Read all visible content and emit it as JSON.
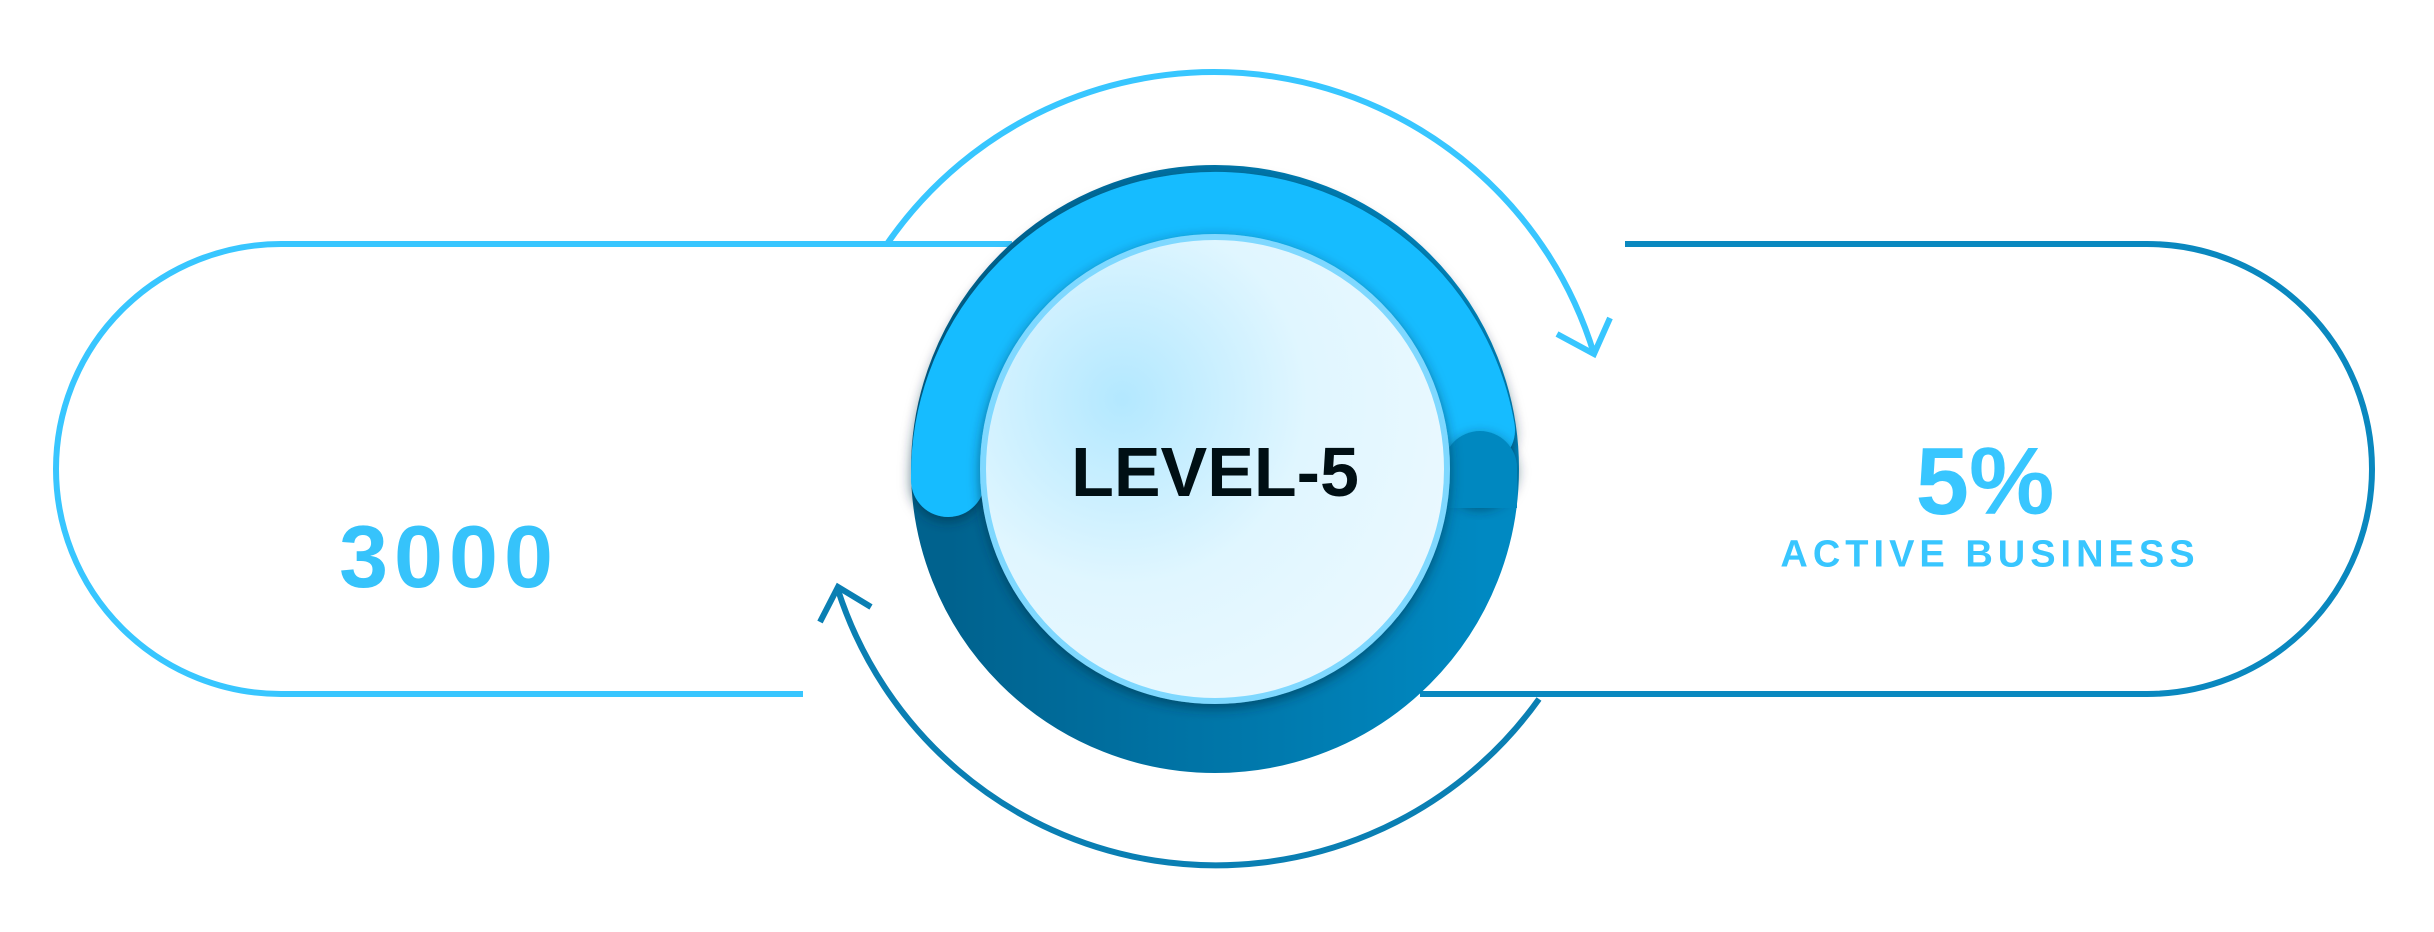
{
  "left": {
    "value": "3000"
  },
  "center": {
    "label": "LEVEL-5"
  },
  "right": {
    "value": "5%",
    "label": "ACTIVE BUSINESS"
  },
  "colors": {
    "light": "#38c6ff",
    "ring_light": "#17bcff",
    "ring_dark": "#0080b8",
    "pill_right": "#0a88bf",
    "text_dark": "#000f14"
  }
}
